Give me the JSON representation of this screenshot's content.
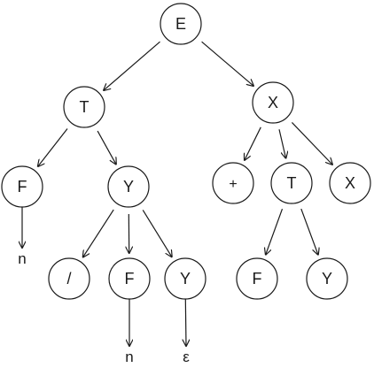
{
  "tree": {
    "nodes": [
      {
        "id": "E",
        "label": "E"
      },
      {
        "id": "T1",
        "label": "T"
      },
      {
        "id": "X1",
        "label": "X"
      },
      {
        "id": "F1",
        "label": "F"
      },
      {
        "id": "Y1",
        "label": "Y"
      },
      {
        "id": "PL",
        "label": "+"
      },
      {
        "id": "T2",
        "label": "T"
      },
      {
        "id": "X2",
        "label": "X"
      },
      {
        "id": "SL",
        "label": "/"
      },
      {
        "id": "F2",
        "label": "F"
      },
      {
        "id": "Y2",
        "label": "Y"
      },
      {
        "id": "F3",
        "label": "F"
      },
      {
        "id": "Y3",
        "label": "Y"
      }
    ],
    "terminals": [
      {
        "id": "n1",
        "label": "n"
      },
      {
        "id": "n2",
        "label": "n"
      },
      {
        "id": "eps",
        "label": "ε"
      }
    ],
    "edges": [
      [
        "E",
        "T1"
      ],
      [
        "E",
        "X1"
      ],
      [
        "T1",
        "F1"
      ],
      [
        "T1",
        "Y1"
      ],
      [
        "X1",
        "PL"
      ],
      [
        "X1",
        "T2"
      ],
      [
        "X1",
        "X2"
      ],
      [
        "F1",
        "n1"
      ],
      [
        "Y1",
        "SL"
      ],
      [
        "Y1",
        "F2"
      ],
      [
        "Y1",
        "Y2"
      ],
      [
        "T2",
        "F3"
      ],
      [
        "T2",
        "Y3"
      ],
      [
        "F2",
        "n2"
      ],
      [
        "Y2",
        "eps"
      ]
    ]
  }
}
